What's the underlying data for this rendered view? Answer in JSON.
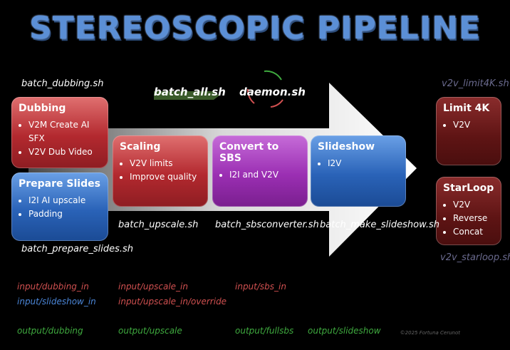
{
  "title": "STEREOSCOPIC PIPELINE",
  "scripts": {
    "batch_dubbing": "batch_dubbing.sh",
    "batch_all": "batch_all.sh",
    "daemon": "daemon.sh",
    "v2v_limit4k": "v2v_limit4K.sh",
    "batch_upscale": "batch_upscale.sh",
    "batch_sbsconverter": "batch_sbsconverter.sh",
    "batch_make_slideshow": "batch_make_slideshow.sh",
    "batch_prepare_slides": "batch_prepare_slides.sh",
    "v2v_starloop": "v2v_starloop.sh"
  },
  "boxes": {
    "dubbing": {
      "title": "Dubbing",
      "items": [
        "V2M Create AI SFX",
        "V2V Dub Video"
      ]
    },
    "prepare": {
      "title": "Prepare Slides",
      "items": [
        "I2I AI upscale",
        "Padding"
      ]
    },
    "scaling": {
      "title": "Scaling",
      "items": [
        "V2V limits",
        "Improve quality"
      ]
    },
    "sbs": {
      "title": "Convert to SBS",
      "items": [
        "I2I and V2V"
      ]
    },
    "slideshow": {
      "title": "Slideshow",
      "items": [
        "I2V"
      ]
    },
    "limit4k": {
      "title": "Limit 4K",
      "items": [
        "V2V"
      ]
    },
    "starloop": {
      "title": "StarLoop",
      "items": [
        "V2V",
        "Reverse",
        "Concat"
      ]
    }
  },
  "io": {
    "input_dubbing": "input/dubbing_in",
    "input_slideshow": "input/slideshow_in",
    "input_upscale": "input/upscale_in",
    "input_upscale_override": "input/upscale_in/override",
    "input_sbs": "input/sbs_in",
    "output_dubbing": "output/dubbing",
    "output_upscale": "output/upscale",
    "output_fullsbs": "output/fullsbs",
    "output_slideshow": "output/slideshow"
  },
  "copyright": "©2025 Fortuna Cerunot",
  "colors": {
    "red_box": "#b3292f",
    "blue_box": "#2a63b8",
    "purple_box": "#9b2fb3",
    "dark_red_box": "#5e1414",
    "title": "#5b8fd6"
  }
}
